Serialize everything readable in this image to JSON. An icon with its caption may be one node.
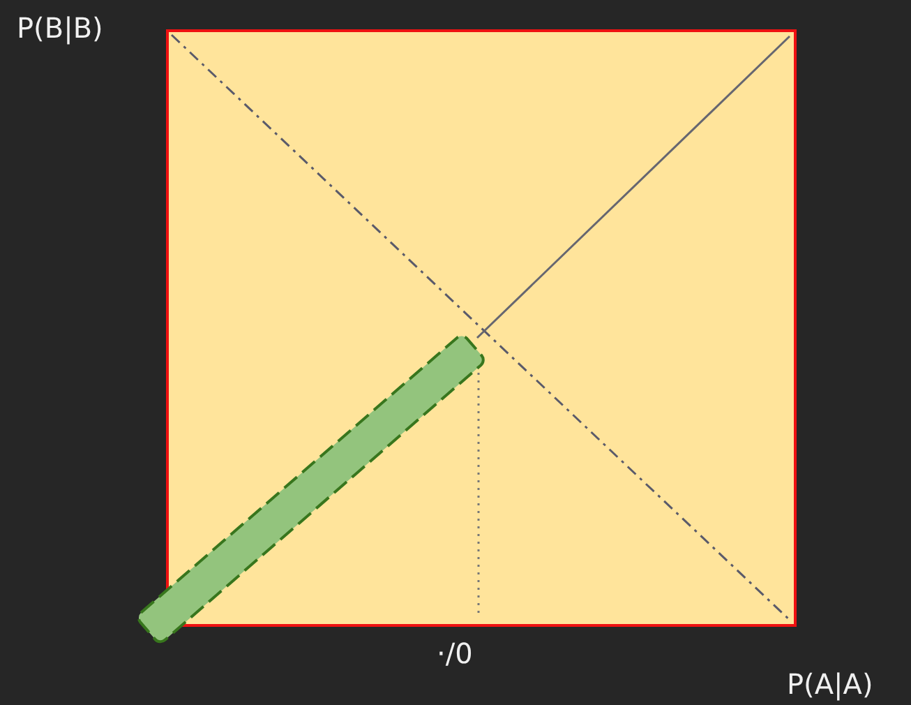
{
  "diagram": {
    "labels": [
      "P(B|B)",
      "·/0",
      "P(A|A)"
    ]
  }
}
